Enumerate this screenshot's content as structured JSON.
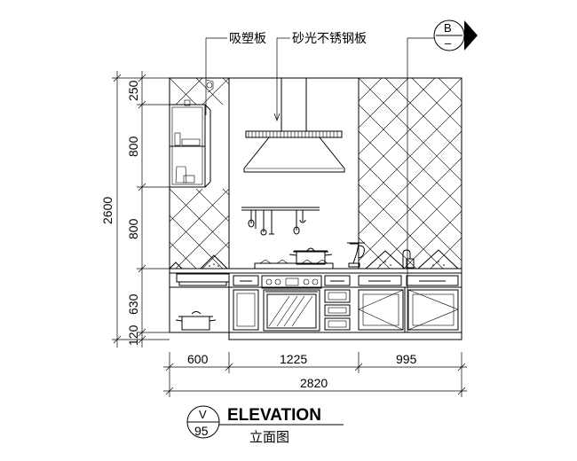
{
  "labels": {
    "material_left": "吸塑板",
    "material_right": "砂光不锈钢板",
    "section_mark_letter": "B",
    "section_mark_dash": "–",
    "title_en": "ELEVATION",
    "title_cn": "立面图",
    "ref_letter": "V",
    "ref_number": "95"
  },
  "dimensions": {
    "vertical_total": "2600",
    "vertical": [
      "250",
      "800",
      "800",
      "630",
      "120"
    ],
    "horizontal": [
      "600",
      "1225",
      "995"
    ],
    "horizontal_total": "2820"
  }
}
